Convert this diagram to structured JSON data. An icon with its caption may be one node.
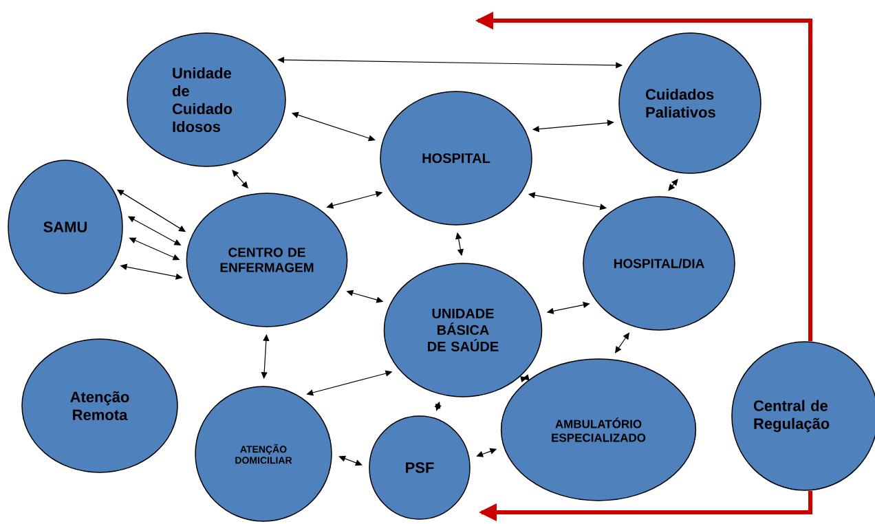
{
  "diagram": {
    "nodes": [
      {
        "text": [
          "Unidade de Cuidado Idosos"
        ]
      },
      {
        "text": [
          "Cuidados Paliativos"
        ]
      },
      {
        "text": [
          "HOSPITAL"
        ]
      },
      {
        "text": [
          "SAMU"
        ]
      },
      {
        "text": [
          "CENTRO DE ENFERMAGEM"
        ]
      },
      {
        "text": [
          "HOSPITAL/DIA"
        ]
      },
      {
        "text": [
          "UNIDADE BÁSICA DE SAÚDE"
        ]
      },
      {
        "text": [
          "Atenção Remota"
        ]
      },
      {
        "text": [
          "ATENÇÃO DOMICILIAR"
        ]
      },
      {
        "text": [
          "PSF"
        ]
      },
      {
        "text": [
          "AMBULATÓRIO ESPECIALIZADO"
        ]
      },
      {
        "text": [
          "Central de Regulação"
        ]
      }
    ],
    "edges": [
      {
        "from": 0,
        "to": 1,
        "arrow": "both"
      },
      {
        "from": 0,
        "to": 2,
        "arrow": "both"
      },
      {
        "from": 2,
        "to": 1,
        "arrow": "both"
      },
      {
        "from": 0,
        "to": 4,
        "arrow": "both"
      },
      {
        "from": 3,
        "to": 4,
        "arrow": "both"
      },
      {
        "from": 3,
        "to": 4,
        "arrow": "both"
      },
      {
        "from": 3,
        "to": 4,
        "arrow": "both"
      },
      {
        "from": 3,
        "to": 4,
        "arrow": "both"
      },
      {
        "from": 4,
        "to": 2,
        "arrow": "both"
      },
      {
        "from": 2,
        "to": 6,
        "arrow": "both"
      },
      {
        "from": 2,
        "to": 5,
        "arrow": "both"
      },
      {
        "from": 1,
        "to": 5,
        "arrow": "both"
      },
      {
        "from": 4,
        "to": 6,
        "arrow": "both"
      },
      {
        "from": 6,
        "to": 5,
        "arrow": "both"
      },
      {
        "from": 5,
        "to": 10,
        "arrow": "both"
      },
      {
        "from": 4,
        "to": 8,
        "arrow": "both"
      },
      {
        "from": 6,
        "to": 10,
        "arrow": "both"
      },
      {
        "from": 6,
        "to": 9,
        "arrow": "both"
      },
      {
        "from": 8,
        "to": 9,
        "arrow": "both"
      },
      {
        "from": 9,
        "to": 10,
        "arrow": "both"
      },
      {
        "from": 8,
        "to": 6,
        "arrow": "both"
      },
      {
        "from": 11,
        "to": null,
        "arrow": "to",
        "style": "thick",
        "color": "#cc0000"
      },
      {
        "from": 11,
        "to": null,
        "arrow": "to",
        "style": "thick",
        "color": "#cc0000"
      }
    ]
  }
}
